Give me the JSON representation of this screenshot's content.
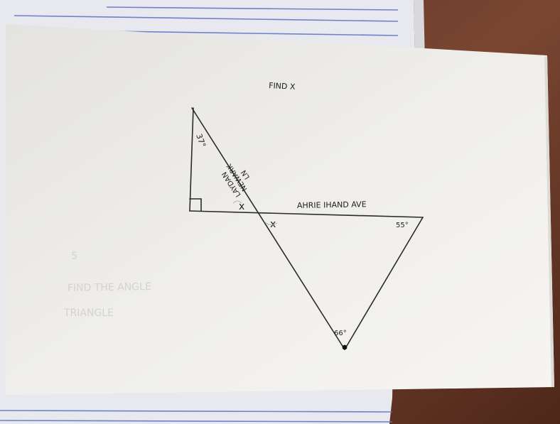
{
  "photo": {
    "title_text": "FIND X",
    "angle_top": "37°",
    "street_label_line1": "LAYDAN",
    "street_label_line2": "NEWARK",
    "street_label_line3": "LN",
    "horizontal_street_label": "AHRIE IHAND AVE",
    "unknown_left": "x",
    "unknown_right": "x",
    "angle_right": "55°",
    "angle_bottom": "66°",
    "colors": {
      "paper": "#f1f0ec",
      "notebook": "#e9eaee",
      "notebook_line": "#5a6fc0",
      "wood": "#6a3a28",
      "ink": "#1e1e1e"
    }
  }
}
